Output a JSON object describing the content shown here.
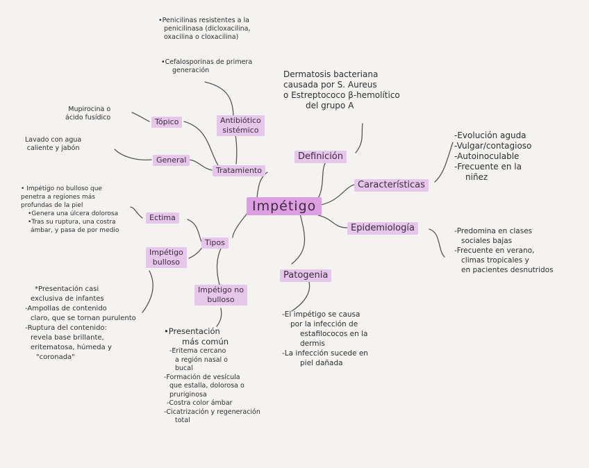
{
  "mindmap": {
    "center": "Impétigo",
    "branches": {
      "definicion": {
        "label": "Definición",
        "detail": [
          "Dermatosis bacteriana",
          "causada por S. Aureus",
          "o Estreptococo β-hemolítico",
          "del grupo A"
        ]
      },
      "caracteristicas": {
        "label": "Características",
        "detail": [
          "-Evolución aguda",
          "-Vulgar/contagioso",
          "-Autoinoculable",
          "-Frecuente en la",
          "niñez"
        ]
      },
      "epidemiologia": {
        "label": "Epidemiología",
        "detail": [
          "-Predomina en clases",
          "sociales bajas",
          "-Frecuente en verano,",
          "climas tropicales y",
          "en pacientes desnutridos"
        ]
      },
      "patogenia": {
        "label": "Patogenia",
        "detail": [
          "-El impétigo se causa",
          "por la infección de",
          "estafilococos en la",
          "dermis",
          "-La infección sucede en",
          "piel dañada"
        ]
      },
      "tratamiento": {
        "label": "Tratamiento",
        "topico": {
          "label": "Tópico",
          "detail": [
            "Mupirocina o",
            "ácido fusídico"
          ]
        },
        "general": {
          "label": "General",
          "detail": [
            "Lavado con agua",
            "caliente y jabón"
          ]
        },
        "antibiotico": {
          "label": [
            "Antibiótico",
            "sistémico"
          ],
          "detail_1": [
            "•Penicilinas resistentes a la",
            "penicilinasa (dicloxacilina,",
            "oxacilina o cloxacilina)"
          ],
          "detail_2": [
            "•Cefalosporinas de primera",
            "generación"
          ]
        }
      },
      "tipos": {
        "label": "Tipos",
        "ectima": {
          "label": "Ectima",
          "detail": [
            "• Impétigo no bulloso que",
            "penetra a regiones más",
            "profundas de la piel",
            "•Genera una úlcera dolorosa",
            "•Tras su ruptura, una costra",
            "ámbar, y pasa de por medio"
          ]
        },
        "bulloso": {
          "label": [
            "Impétigo",
            "bulloso"
          ],
          "detail": [
            "*Presentación casi",
            "exclusiva de infantes",
            "-Ampollas de contenido",
            "claro, que se tornan purulento",
            "-Ruptura del contenido:",
            "revela base brillante,",
            "eritematosa, húmeda y",
            "\"coronada\""
          ]
        },
        "no_bulloso": {
          "label": [
            "Impétigo no",
            "bulloso"
          ],
          "detail": [
            "•Presentación",
            "más común",
            "-Eritema cercano",
            "a región nasal o",
            "bucal",
            "-Formación de vesícula",
            "que estalla, dolorosa o",
            "pruriginosa",
            "-Costra color ámbar",
            "-Cicatrización y regeneración",
            "total"
          ]
        }
      }
    }
  }
}
